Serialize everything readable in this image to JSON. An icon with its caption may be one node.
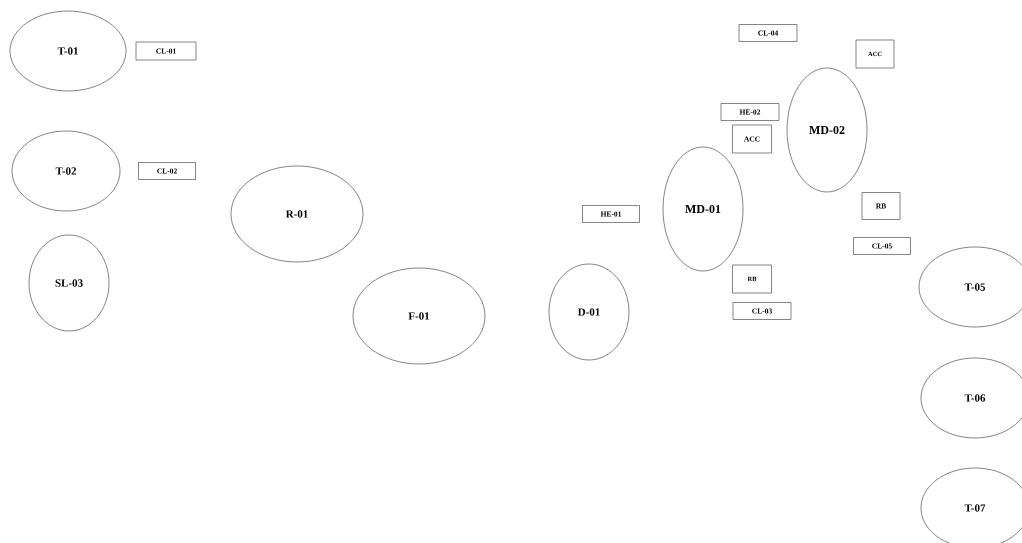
{
  "diagram": {
    "nodes": [
      {
        "text": [
          "T-01"
        ]
      },
      {
        "text": [
          "CL-01"
        ]
      },
      {
        "text": [
          "T-02"
        ]
      },
      {
        "text": [
          "CL-02"
        ]
      },
      {
        "text": [
          "SL-03"
        ]
      },
      {
        "text": [
          "R-01"
        ]
      },
      {
        "text": [
          "F-01"
        ]
      },
      {
        "text": [
          "D-01"
        ]
      },
      {
        "text": [
          "HE-01"
        ]
      },
      {
        "text": [
          "MD-01"
        ]
      },
      {
        "text": [
          "HE-02"
        ]
      },
      {
        "text": [
          "ACC"
        ]
      },
      {
        "text": [
          "CL-04"
        ]
      },
      {
        "text": [
          "ACC"
        ]
      },
      {
        "text": [
          "MD-02"
        ]
      },
      {
        "text": [
          "RB"
        ]
      },
      {
        "text": [
          "CL-05"
        ]
      },
      {
        "text": [
          "RB"
        ]
      },
      {
        "text": [
          "CL-03"
        ]
      },
      {
        "text": [
          "T-05"
        ]
      },
      {
        "text": [
          "T-06"
        ]
      },
      {
        "text": [
          "T-07"
        ]
      }
    ]
  }
}
